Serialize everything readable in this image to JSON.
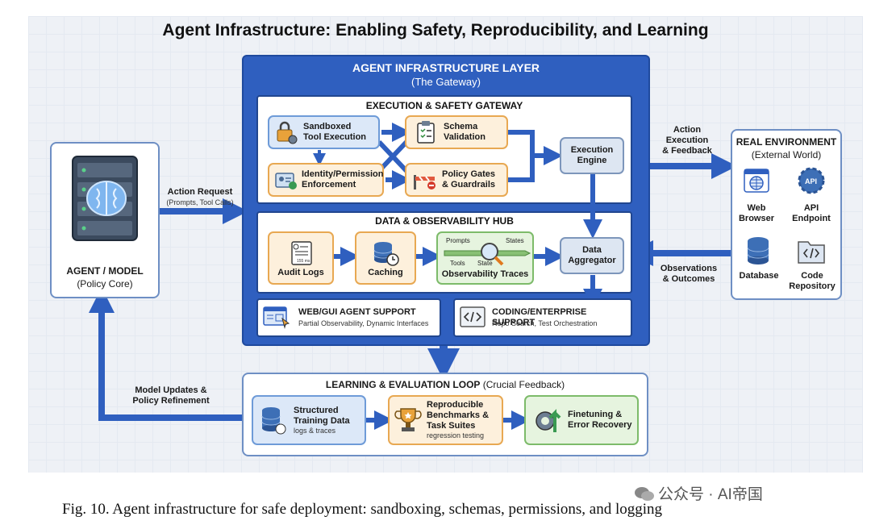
{
  "title": "Agent Infrastructure: Enabling Safety, Reproducibility, and Learning",
  "layer": {
    "title": "AGENT INFRASTRUCTURE LAYER",
    "subtitle": "(The Gateway)"
  },
  "execution": {
    "title": "EXECUTION & SAFETY GATEWAY",
    "sandbox": [
      "Sandboxed",
      "Tool Execution"
    ],
    "schema": [
      "Schema",
      "Validation"
    ],
    "identity": [
      "Identity/Permission",
      "Enforcement"
    ],
    "policy": [
      "Policy Gates",
      "& Guardrails"
    ],
    "engine": [
      "Execution",
      "Engine"
    ]
  },
  "data_hub": {
    "title": "DATA & OBSERVABILITY HUB",
    "audit": "Audit Logs",
    "audit_time": "155 ms",
    "caching": "Caching",
    "traces": "Observability Traces",
    "prompts": "Prompts",
    "states": "States",
    "tools": "Tools",
    "state": "State",
    "aggregator": [
      "Data",
      "Aggregator"
    ]
  },
  "web_support": {
    "title": "WEB/GUI AGENT SUPPORT",
    "desc": "Partial Observability, Dynamic Interfaces"
  },
  "coding_support": {
    "title": "CODING/ENTERPRISE SUPPORT",
    "desc": "Repo Search, Test Orchestration"
  },
  "learning": {
    "title": "LEARNING & EVALUATION LOOP",
    "title_suffix": "(Crucial Feedback)",
    "structured": [
      "Structured",
      "Training Data"
    ],
    "structured_sub": "logs & traces",
    "benchmarks": [
      "Reproducible",
      "Benchmarks &",
      "Task Suites"
    ],
    "benchmarks_sub": "regression testing",
    "finetune": [
      "Finetuning &",
      "Error Recovery"
    ]
  },
  "agent": {
    "title": "AGENT / MODEL",
    "subtitle": "(Policy Core)"
  },
  "env": {
    "title": "REAL ENVIRONMENT",
    "subtitle": "(External World)",
    "web": [
      "Web",
      "Browser"
    ],
    "api": [
      "API",
      "Endpoint"
    ],
    "api_badge": "API",
    "database": "Database",
    "code": [
      "Code",
      "Repository"
    ]
  },
  "arrows": {
    "action_request": "Action Request",
    "action_request_sub": "(Prompts, Tool Calls)",
    "action_exec": [
      "Action",
      "Execution",
      "& Feedback"
    ],
    "observations": [
      "Observations",
      "& Outcomes"
    ],
    "model_updates": [
      "Model Updates &",
      "Policy Refinement"
    ]
  },
  "caption": "Fig. 10.  Agent infrastructure for safe deployment: sandboxing, schemas, permissions, and logging",
  "watermark": "公众号 · AI帝国",
  "colors": {
    "layer": "#2f5fbf",
    "arrow": "#2f5fbf",
    "blue_card": "#dce8f8",
    "orange_card": "#fdf0dc",
    "green_card": "#e6f4df"
  }
}
